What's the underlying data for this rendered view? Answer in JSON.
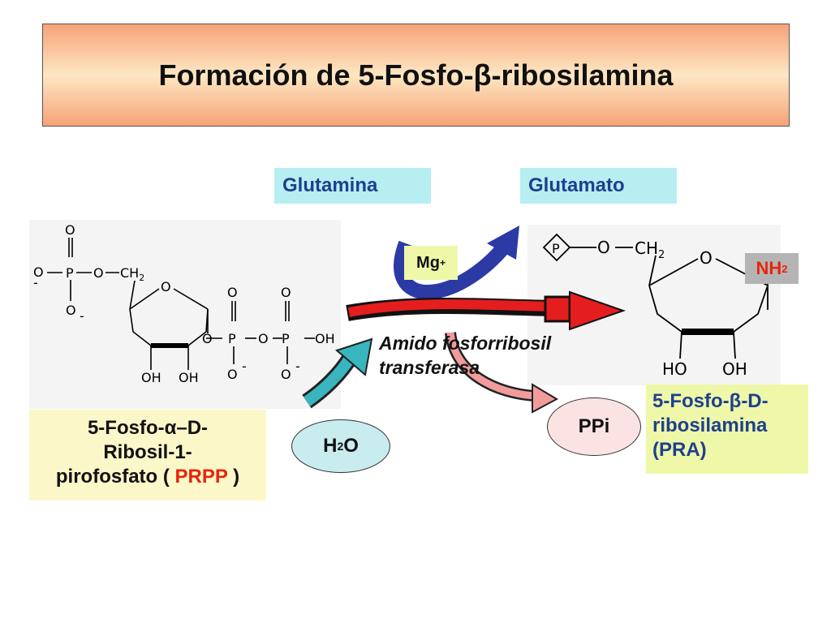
{
  "title": {
    "prefix": "Formación de 5-Fosfo-",
    "greek": "β",
    "suffix": "-ribosilamina"
  },
  "labels": {
    "glutamina": "Glutamina",
    "glutamato": "Glutamato",
    "mg": "Mg",
    "mg_sup": "+",
    "nh2": "NH",
    "nh2_sub": "2",
    "enzyme_line1": "Amido fosforribosil",
    "enzyme_line2": "transferasa",
    "ppi": "PPi",
    "h2o_h": "H",
    "h2o_sub": "2",
    "h2o_o": "O"
  },
  "prpp_caption": {
    "line1_a": "5-Fosfo-",
    "line1_greek": "α–",
    "line1_b": "D-",
    "line2": "Ribosil-1-",
    "line3_a": "pirofosfato ( ",
    "line3_red": "PRPP",
    "line3_b": " )"
  },
  "pra_caption": {
    "line1_a": "5-Fosfo-",
    "line1_greek": "β",
    "line1_b": "-D-",
    "line2": "ribosilamina",
    "line3": "(PRA)"
  },
  "prpp_structure": {
    "o": "O",
    "p": "P",
    "minus": "-",
    "ch2": "CH",
    "ch2_sub": "2",
    "oh": "OH"
  },
  "pra_structure": {
    "p": "P",
    "o": "O",
    "ch2": "CH",
    "ch2_sub": "2",
    "ho": "HO",
    "oh": "OH"
  },
  "colors": {
    "title_gradient_edge": "#f7a377",
    "title_gradient_center": "#fde7c3",
    "cyan_label": "#b6eef2",
    "label_text": "#1f3f8f",
    "prpp_caption_bg": "#fbf7c8",
    "pra_caption_bg": "#eef8a8",
    "ellipse_h2o": "#c9ecef",
    "ellipse_ppi": "#fbe3e3",
    "red_arrow": "#e41e1e",
    "blue_arrow": "#2b3aa5",
    "teal_arrow": "#39b5bf",
    "pink_arrow": "#f29b9b",
    "nh2_bg": "#b4b4b4",
    "nh2_text": "#e8250e"
  }
}
